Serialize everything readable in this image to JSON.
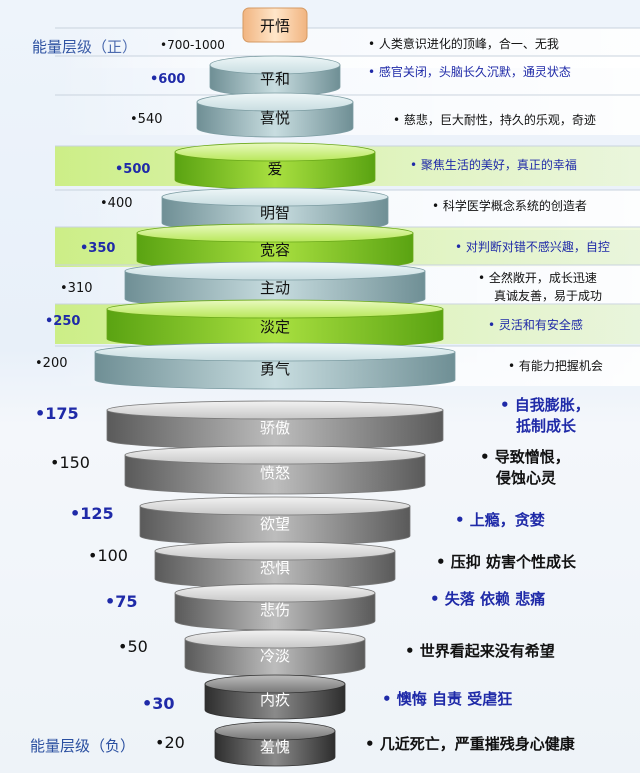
{
  "titles": {
    "positive": "能量层级（正）",
    "negative": "能量层级（负）"
  },
  "colors": {
    "green": "#7fc41c",
    "teal": "#a9c4c9",
    "gray": "#8c8c8c",
    "dark": "#4a4a4a",
    "blue_text": "#1f2aa8",
    "black_text": "#111111"
  },
  "levels": [
    {
      "level": "•700-1000",
      "name": "开悟",
      "desc": [
        "• 人类意识进化的顶峰，合一、无我"
      ],
      "style": "top",
      "num_color": "black"
    },
    {
      "level": "•600",
      "name": "平和",
      "desc": [
        "• 感官关闭，头脑长久沉默，通灵状态"
      ],
      "style": "teal",
      "num_color": "blue"
    },
    {
      "level": "•540",
      "name": "喜悦",
      "desc": [
        "• 慈悲，巨大耐性，持久的乐观，奇迹"
      ],
      "style": "teal",
      "num_color": "black"
    },
    {
      "level": "•500",
      "name": "爱",
      "desc": [
        "• 聚焦生活的美好，真正的幸福"
      ],
      "style": "green",
      "num_color": "blue"
    },
    {
      "level": "•400",
      "name": "明智",
      "desc": [
        "• 科学医学概念系统的创造者"
      ],
      "style": "teal",
      "num_color": "black"
    },
    {
      "level": "•350",
      "name": "宽容",
      "desc": [
        "• 对判断对错不感兴趣，自控"
      ],
      "style": "green",
      "num_color": "blue"
    },
    {
      "level": "•310",
      "name": "主动",
      "desc": [
        "• 全然敞开，成长迅速",
        "真诚友善，易于成功"
      ],
      "style": "teal",
      "num_color": "black"
    },
    {
      "level": "•250",
      "name": "淡定",
      "desc": [
        "• 灵活和有安全感"
      ],
      "style": "green",
      "num_color": "blue"
    },
    {
      "level": "•200",
      "name": "勇气",
      "desc": [
        "• 有能力把握机会"
      ],
      "style": "teal",
      "num_color": "black"
    },
    {
      "level": "•175",
      "name": "骄傲",
      "desc": [
        "• 自我膨胀，",
        "抵制成长"
      ],
      "style": "gray",
      "num_color": "blue"
    },
    {
      "level": "•150",
      "name": "愤怒",
      "desc": [
        "• 导致憎恨，",
        "侵蚀心灵"
      ],
      "style": "gray",
      "num_color": "black"
    },
    {
      "level": "•125",
      "name": "欲望",
      "desc": [
        "• 上瘾，贪婪"
      ],
      "style": "gray",
      "num_color": "blue"
    },
    {
      "level": "•100",
      "name": "恐惧",
      "desc": [
        "• 压抑 妨害个性成长"
      ],
      "style": "gray",
      "num_color": "black"
    },
    {
      "level": "•75",
      "name": "悲伤",
      "desc": [
        "• 失落 依赖 悲痛"
      ],
      "style": "gray",
      "num_color": "blue"
    },
    {
      "level": "•50",
      "name": "冷淡",
      "desc": [
        "• 世界看起来没有希望"
      ],
      "style": "gray",
      "num_color": "black"
    },
    {
      "level": "•30",
      "name": "内疚",
      "desc": [
        "• 懊悔 自责 受虐狂"
      ],
      "style": "dark",
      "num_color": "blue"
    },
    {
      "level": "•20",
      "name": "羞愧",
      "desc": [
        "• 几近死亡，严重摧残身心健康"
      ],
      "style": "dark",
      "num_color": "black"
    }
  ]
}
